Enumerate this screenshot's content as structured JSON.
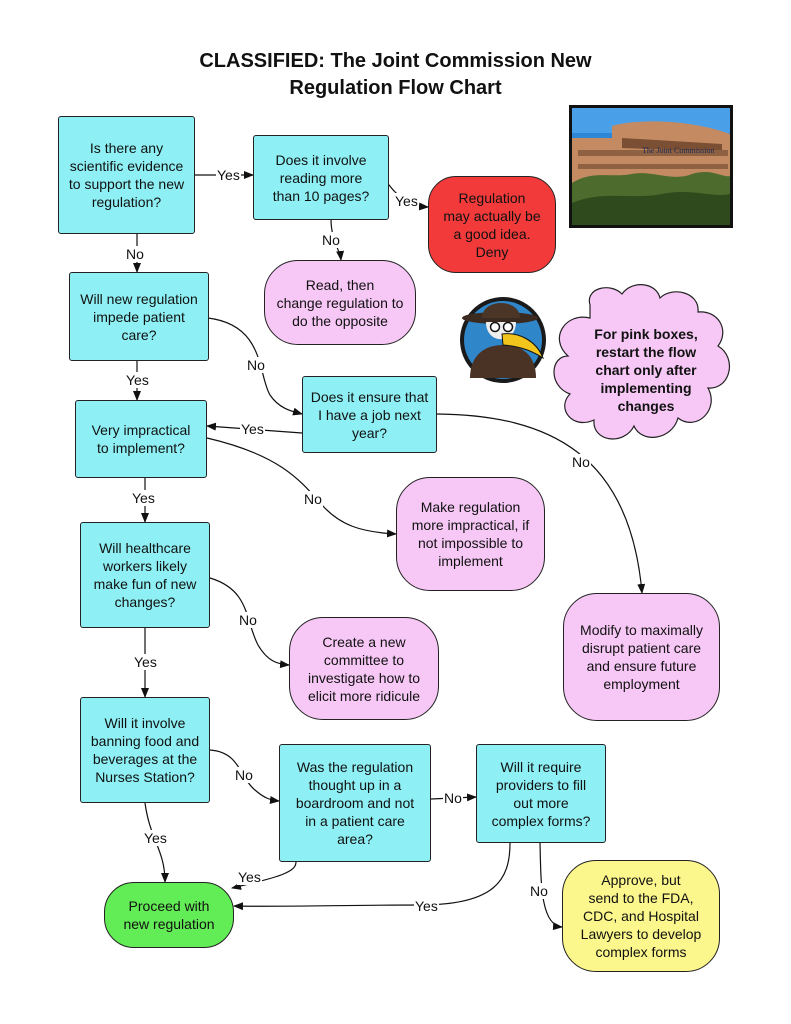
{
  "title": {
    "line1": "CLASSIFIED: The Joint Commission New",
    "line2": "Regulation Flow Chart"
  },
  "nodes": {
    "evidence": [
      "Is there any",
      "scientific evidence",
      "to support the new",
      "regulation?"
    ],
    "pages": [
      "Does it involve",
      "reading more",
      "than 10 pages?"
    ],
    "good_idea": [
      "Regulation",
      "may actually be",
      "a good idea.",
      "Deny"
    ],
    "read_opposite": [
      "Read, then",
      "change regulation to",
      "do the opposite"
    ],
    "impede": [
      "Will new regulation",
      "impede patient",
      "care?"
    ],
    "job": [
      "Does it ensure that",
      "I have a job next",
      "year?"
    ],
    "impractical": [
      "Very impractical",
      "to implement?"
    ],
    "more_impractical": [
      "Make regulation",
      "more impractical, if",
      "not impossible to",
      "implement"
    ],
    "fun": [
      "Will healthcare",
      "workers likely",
      "make fun of new",
      "changes?"
    ],
    "committee": [
      "Create a new",
      "committee to",
      "investigate how to",
      "elicit more ridicule"
    ],
    "modify": [
      "Modify to maximally",
      "disrupt patient care",
      "and ensure future",
      "employment"
    ],
    "banning": [
      "Will it involve",
      "banning food and",
      "beverages at the",
      "Nurses Station?"
    ],
    "boardroom": [
      "Was the regulation",
      "thought up in a",
      "boardroom and not",
      "in a patient care",
      "area?"
    ],
    "forms": [
      "Will it require",
      "providers to fill",
      "out more",
      "complex forms?"
    ],
    "proceed": [
      "Proceed with",
      "new regulation"
    ],
    "approve": [
      "Approve, but",
      "send to the FDA,",
      "CDC, and Hospital",
      "Lawyers to develop",
      "complex forms"
    ],
    "cloud": [
      "For pink boxes,",
      "restart the flow",
      "chart only after",
      "implementing",
      "changes"
    ]
  },
  "photo_sign": "The Joint Commission",
  "edge_labels": {
    "yes": "Yes",
    "no": "No"
  },
  "colors": {
    "question": "#8ef0f4",
    "pink": "#f7c8f6",
    "red": "#f23a3a",
    "green": "#62ec55",
    "yellow": "#fbf78c"
  }
}
